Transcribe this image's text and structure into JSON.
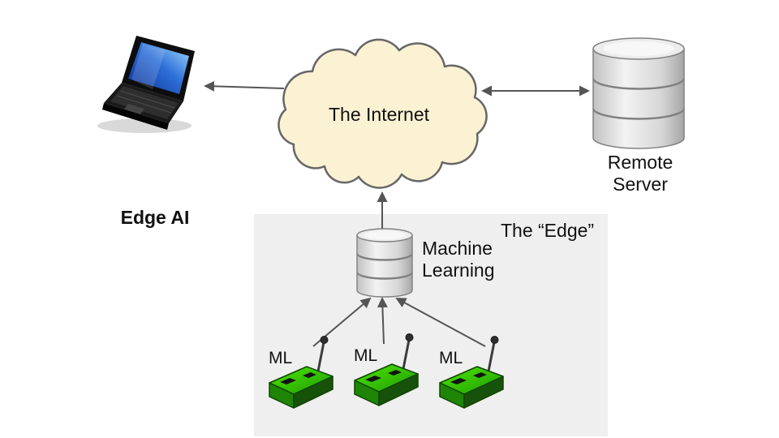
{
  "diagram": {
    "labels": {
      "internet": "The Internet",
      "edge_ai": "Edge AI",
      "remote_server_line1": "Remote",
      "remote_server_line2": "Server",
      "edge_zone": "The “Edge”",
      "ml_db_line1": "Machine",
      "ml_db_line2": "Learning",
      "device1": "ML",
      "device2": "ML",
      "device3": "ML"
    },
    "icons": {
      "laptop": "laptop-icon",
      "internet_cloud": "cloud-icon",
      "remote_server": "database-stack-icon",
      "ml_database": "database-stack-icon",
      "devices": "iot-device-icon"
    },
    "colors": {
      "cloud_fill": "#FBF1D3",
      "cloud_stroke": "#666666",
      "edge_zone_fill": "#EFEFEF",
      "arrow": "#555555",
      "device_green": "#2FBF00",
      "server_silver": "#D8D8D8",
      "laptop_screen_blue": "#2E6FD8"
    }
  }
}
